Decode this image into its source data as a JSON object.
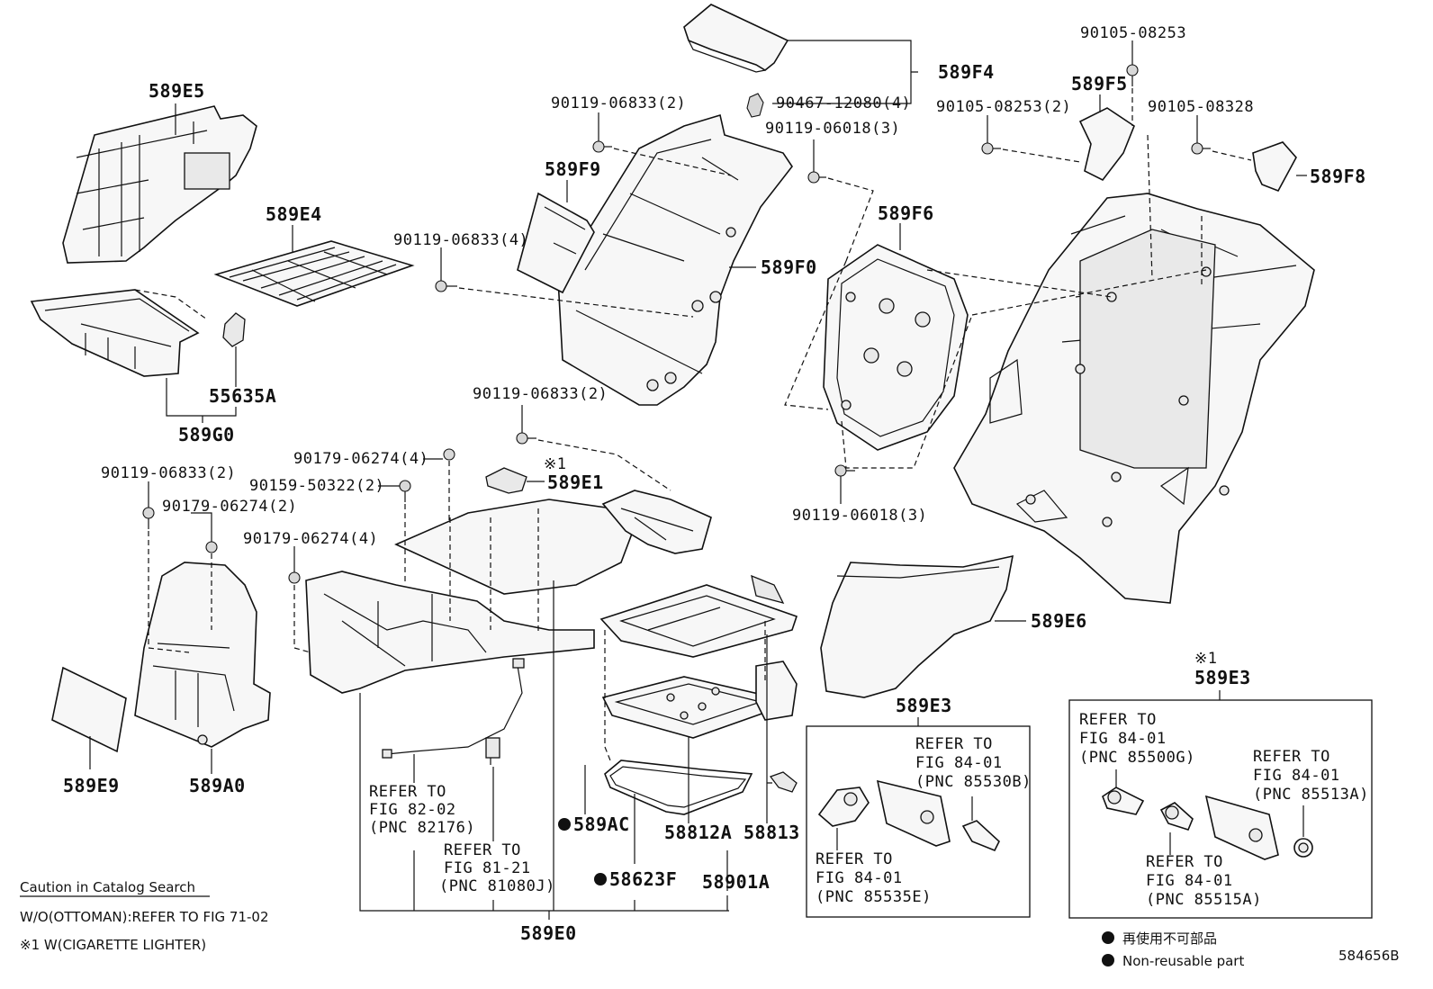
{
  "labels": {
    "p589E5": "589E5",
    "p589E4": "589E4",
    "p55635A": "55635A",
    "p589G0": "589G0",
    "p589F9": "589F9",
    "p589F0": "589F0",
    "p589F4": "589F4",
    "b90467": "90467-12080(4)",
    "b90119_a": "90119-06833(2)",
    "b90119_06018_top": "90119-06018(3)",
    "b90119_4": "90119-06833(4)",
    "p589F6": "589F6",
    "b90105_top": "90105-08253",
    "p589F5": "589F5",
    "b90105_2": "90105-08253(2)",
    "b90105_328": "90105-08328",
    "p589F8": "589F8",
    "b90119_b": "90119-06833(2)",
    "b90179_4a": "90179-06274(4)",
    "b90159": "90159-50322(2)",
    "p589E1": "589E1",
    "mark589E1": "※1",
    "b90119_c": "90119-06833(2)",
    "b90179_2": "90179-06274(2)",
    "b90179_4b": "90179-06274(4)",
    "b90119_06018_bot": "90119-06018(3)",
    "p589E9": "589E9",
    "p589A0": "589A0",
    "p589E6": "589E6",
    "p589E3_a": "589E3",
    "p589E3_b": "589E3",
    "mark589E3": "※1",
    "p589AC": "589AC",
    "p58623F": "58623F",
    "p58812A": "58812A",
    "p58813": "58813",
    "p58901A": "58901A",
    "p589E0": "589E0",
    "refs": {
      "r1": [
        "REFER TO",
        "FIG 82-02",
        "(PNC 82176)"
      ],
      "r2": [
        "REFER TO",
        "FIG 81-21",
        "(PNC 81080J)"
      ],
      "r3": [
        "REFER TO",
        "FIG 84-01",
        "(PNC 85530B)"
      ],
      "r4": [
        "REFER TO",
        "FIG 84-01",
        "(PNC 85535E)"
      ],
      "r5": [
        "REFER TO",
        "FIG 84-01",
        "(PNC 85500G)"
      ],
      "r6": [
        "REFER TO",
        "FIG 84-01",
        "(PNC 85513A)"
      ],
      "r7": [
        "REFER TO",
        "FIG 84-01",
        "(PNC 85515A)"
      ]
    }
  },
  "caution": {
    "title": "Caution in Catalog Search",
    "line1": "W/O(OTTOMAN):REFER TO FIG 71-02",
    "line2": "※1 W(CIGARETTE LIGHTER)"
  },
  "legend": {
    "jp": "再使用不可部品",
    "en": "Non-reusable part"
  },
  "figure_id": "584656B"
}
